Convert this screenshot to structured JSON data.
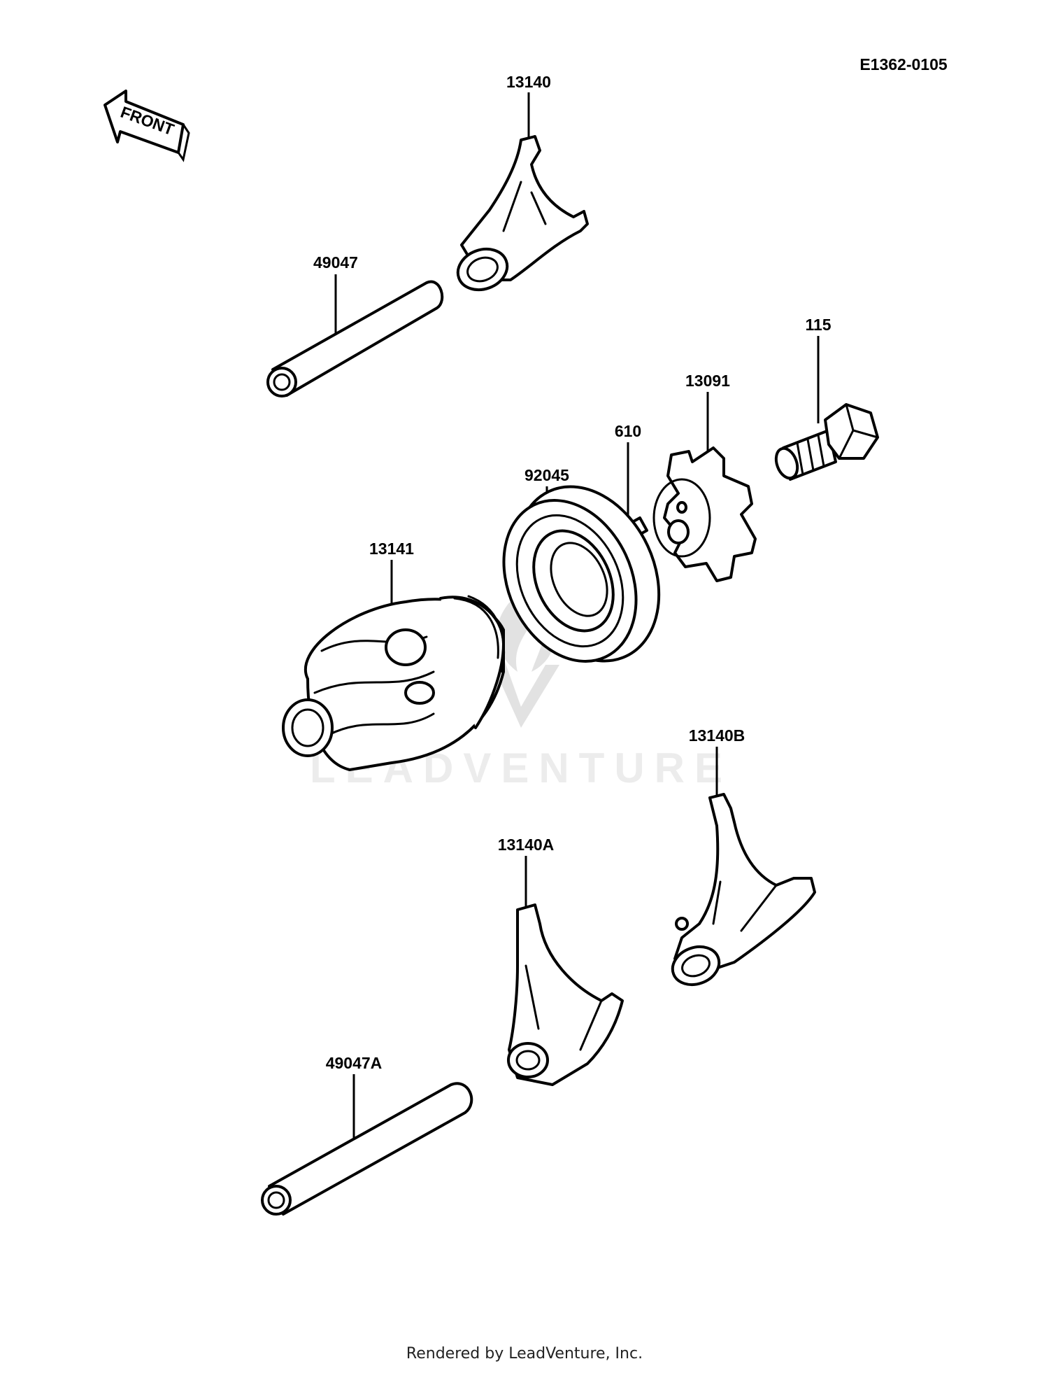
{
  "diagram_code": "E1362-0105",
  "front_label": "FRONT",
  "watermark": "LEADVENTURE",
  "footer": "Rendered by LeadVenture, Inc.",
  "parts": [
    {
      "id": "13140",
      "label": "13140"
    },
    {
      "id": "49047",
      "label": "49047"
    },
    {
      "id": "115",
      "label": "115"
    },
    {
      "id": "13091",
      "label": "13091"
    },
    {
      "id": "610",
      "label": "610"
    },
    {
      "id": "92045",
      "label": "92045"
    },
    {
      "id": "13141",
      "label": "13141"
    },
    {
      "id": "13140B",
      "label": "13140B"
    },
    {
      "id": "13140A",
      "label": "13140A"
    },
    {
      "id": "49047A",
      "label": "49047A"
    }
  ]
}
